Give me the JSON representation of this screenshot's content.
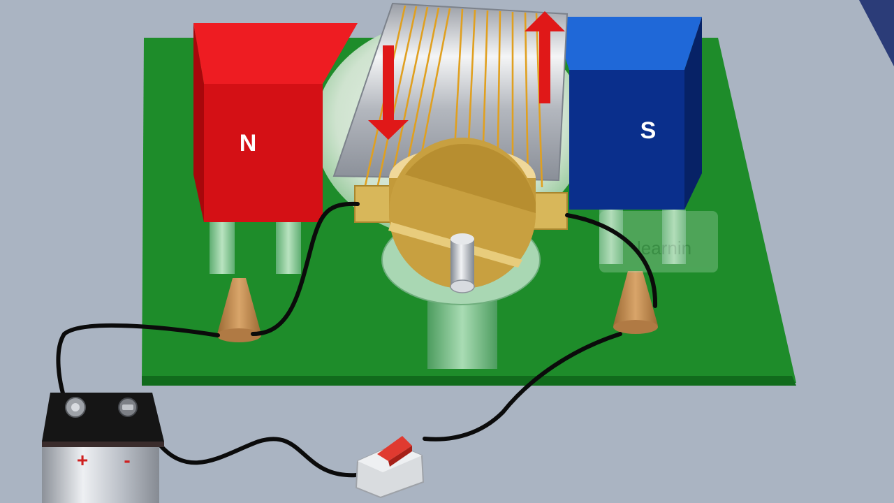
{
  "magnets": {
    "north_label": "N",
    "south_label": "S",
    "north_color": "#d41015",
    "south_color": "#0a2f8c"
  },
  "battery": {
    "positive_label": "+",
    "negative_label": "-"
  },
  "watermark": {
    "text": "learnin"
  },
  "colors": {
    "background": "#aab4c2",
    "base_plate": "#1e8c2a",
    "armature": "#bfc3c8",
    "commutator": "#c8a040",
    "coil_wire": "#e0a020",
    "force_arrow": "#e01818",
    "switch_toggle": "#e03a30",
    "connector": "#b58040"
  }
}
